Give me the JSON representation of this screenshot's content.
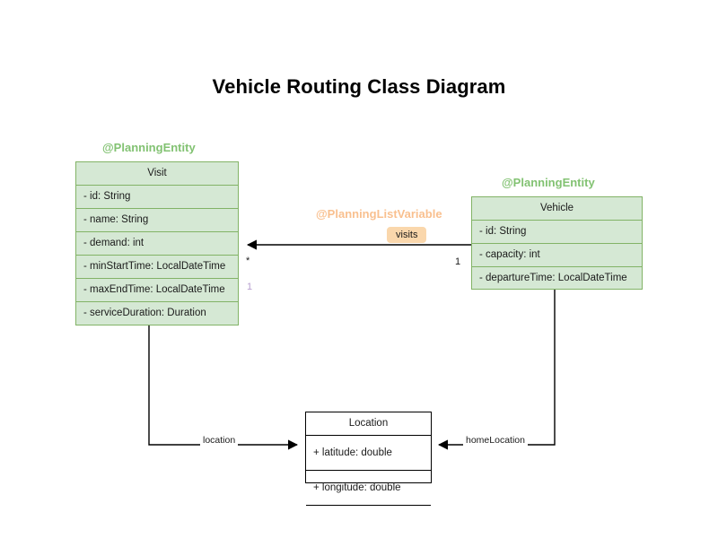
{
  "diagram": {
    "title": "Vehicle Routing Class Diagram",
    "type": "uml-class-diagram"
  },
  "colors": {
    "entity_fill": "#d5e8d4",
    "entity_border": "#82b366",
    "entity_stereotype_text": "#82c272",
    "listvar_stereotype_text": "#f9c08f",
    "visits_label_fill": "#fad7ac",
    "plain_fill": "#ffffff",
    "plain_border": "#000000",
    "edge_stroke": "#000000",
    "muted_multiplicity": "#b8a0d0"
  },
  "classes": {
    "visit": {
      "stereotype": "@PlanningEntity",
      "name": "Visit",
      "attributes": [
        "- id: String",
        "- name: String",
        "- demand: int",
        "- minStartTime: LocalDateTime",
        "- maxEndTime: LocalDateTime",
        "- serviceDuration: Duration"
      ]
    },
    "vehicle": {
      "stereotype": "@PlanningEntity",
      "name": "Vehicle",
      "attributes": [
        "- id: String",
        "- capacity: int",
        "- departureTime: LocalDateTime"
      ]
    },
    "location": {
      "name": "Location",
      "attributes": [
        "+ latitude: double",
        "+ longitude: double"
      ]
    }
  },
  "relations": {
    "visits": {
      "stereotype": "@PlanningListVariable",
      "label": "visits",
      "source_multiplicity": "1",
      "target_multiplicity": "*",
      "target_multiplicity_secondary": "1"
    },
    "visit_location": {
      "label": "location"
    },
    "vehicle_home_location": {
      "label": "homeLocation"
    }
  }
}
